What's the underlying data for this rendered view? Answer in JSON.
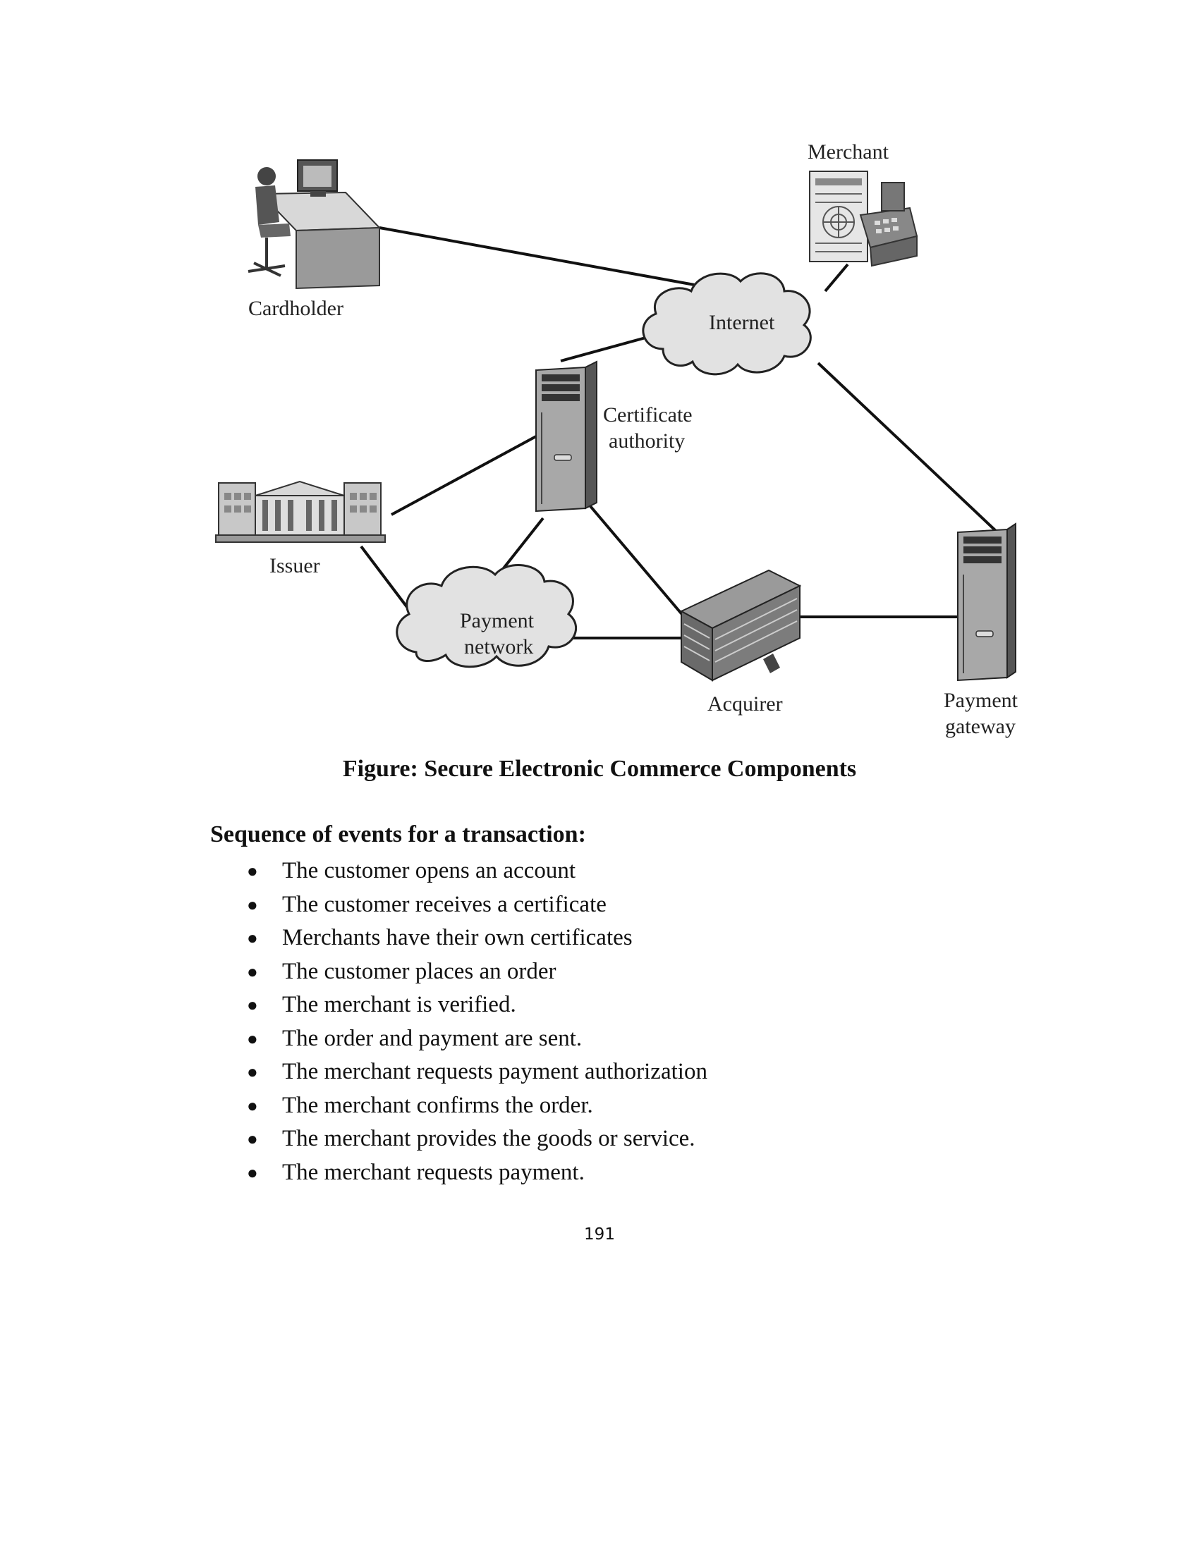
{
  "figure": {
    "labels": {
      "merchant": "Merchant",
      "cardholder": "Cardholder",
      "internet": "Internet",
      "certificate_authority_1": "Certificate",
      "certificate_authority_2": "authority",
      "issuer": "Issuer",
      "payment_network_1": "Payment",
      "payment_network_2": "network",
      "acquirer": "Acquirer",
      "payment_gateway_1": "Payment",
      "payment_gateway_2": "gateway"
    },
    "caption": "Figure: Secure Electronic Commerce Components"
  },
  "section": {
    "heading": "Sequence of events for a transaction:",
    "items": [
      "The customer opens an account",
      "The customer receives a certificate",
      "Merchants have their own certificates",
      "The customer places an order",
      "The merchant is verified.",
      "The order and payment are sent.",
      "The merchant requests payment authorization",
      "The merchant confirms the order.",
      "The merchant provides the goods or service.",
      "The merchant requests payment."
    ]
  },
  "page_number": "191"
}
